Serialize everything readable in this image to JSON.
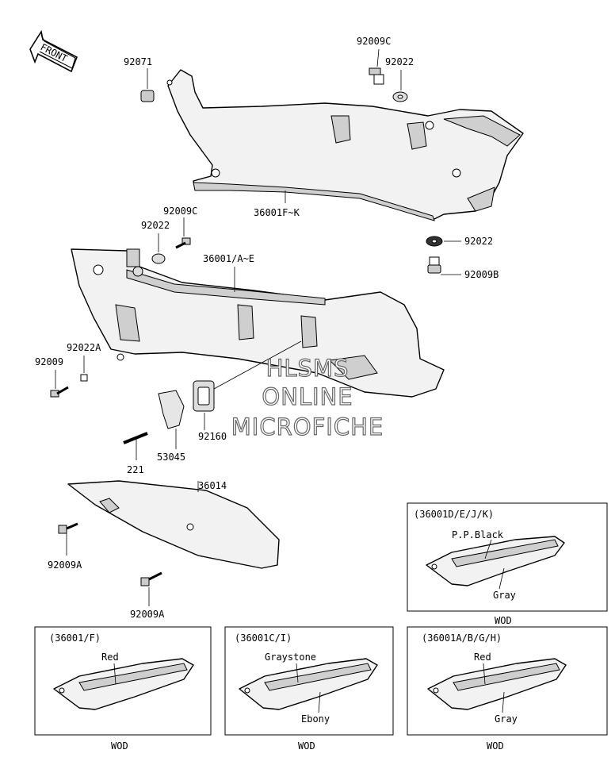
{
  "front_badge": "FRONT",
  "watermark": [
    "HLSMS",
    "ONLINE",
    "MICROFICHE"
  ],
  "callouts": {
    "c92071": "92071",
    "c92009C_top": "92009C",
    "c92022_top": "92022",
    "c36001FK": "36001F~K",
    "c92009C_mid": "92009C",
    "c92022_mid": "92022",
    "c36001AE": "36001/A~E",
    "c92022_right": "92022",
    "c92009B": "92009B",
    "c92022A": "92022A",
    "c92009": "92009",
    "c92160": "92160",
    "c53045": "53045",
    "c221": "221",
    "c36014": "36014",
    "c92009A_1": "92009A",
    "c92009A_2": "92009A"
  },
  "variants": [
    {
      "title": "(36001D/E/J/K)",
      "color_top": "P.P.Black",
      "color_bottom": "Gray",
      "footer": "WOD"
    },
    {
      "title": "(36001/F)",
      "color_top": "Red",
      "color_bottom": "",
      "footer": "WOD"
    },
    {
      "title": "(36001C/I)",
      "color_top": "Graystone",
      "color_bottom": "Ebony",
      "footer": "WOD"
    },
    {
      "title": "(36001A/B/G/H)",
      "color_top": "Red",
      "color_bottom": "Gray",
      "footer": "WOD"
    }
  ]
}
